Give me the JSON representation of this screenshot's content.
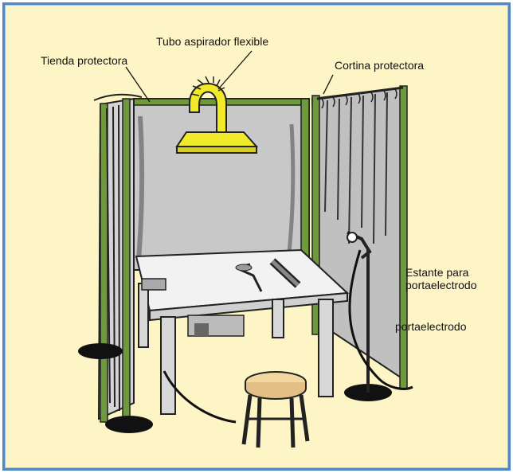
{
  "labels": {
    "tube": "Tubo aspirador flexible",
    "tent": "Tienda protectora",
    "curtain": "Cortina protectora",
    "stand_line1": "Estante para",
    "stand_line2": "portaelectrodo",
    "holder": "portaelectrodo"
  },
  "colors": {
    "background": "#fdf5c5",
    "border": "#4f86c6",
    "frame_pole": "#6f9a3c",
    "panel": "#bfbfbf",
    "hood": "#f1ea2a"
  },
  "icons": [
    "extraction-hood-icon",
    "welding-table-icon",
    "stool-icon",
    "electrode-holder-icon"
  ]
}
